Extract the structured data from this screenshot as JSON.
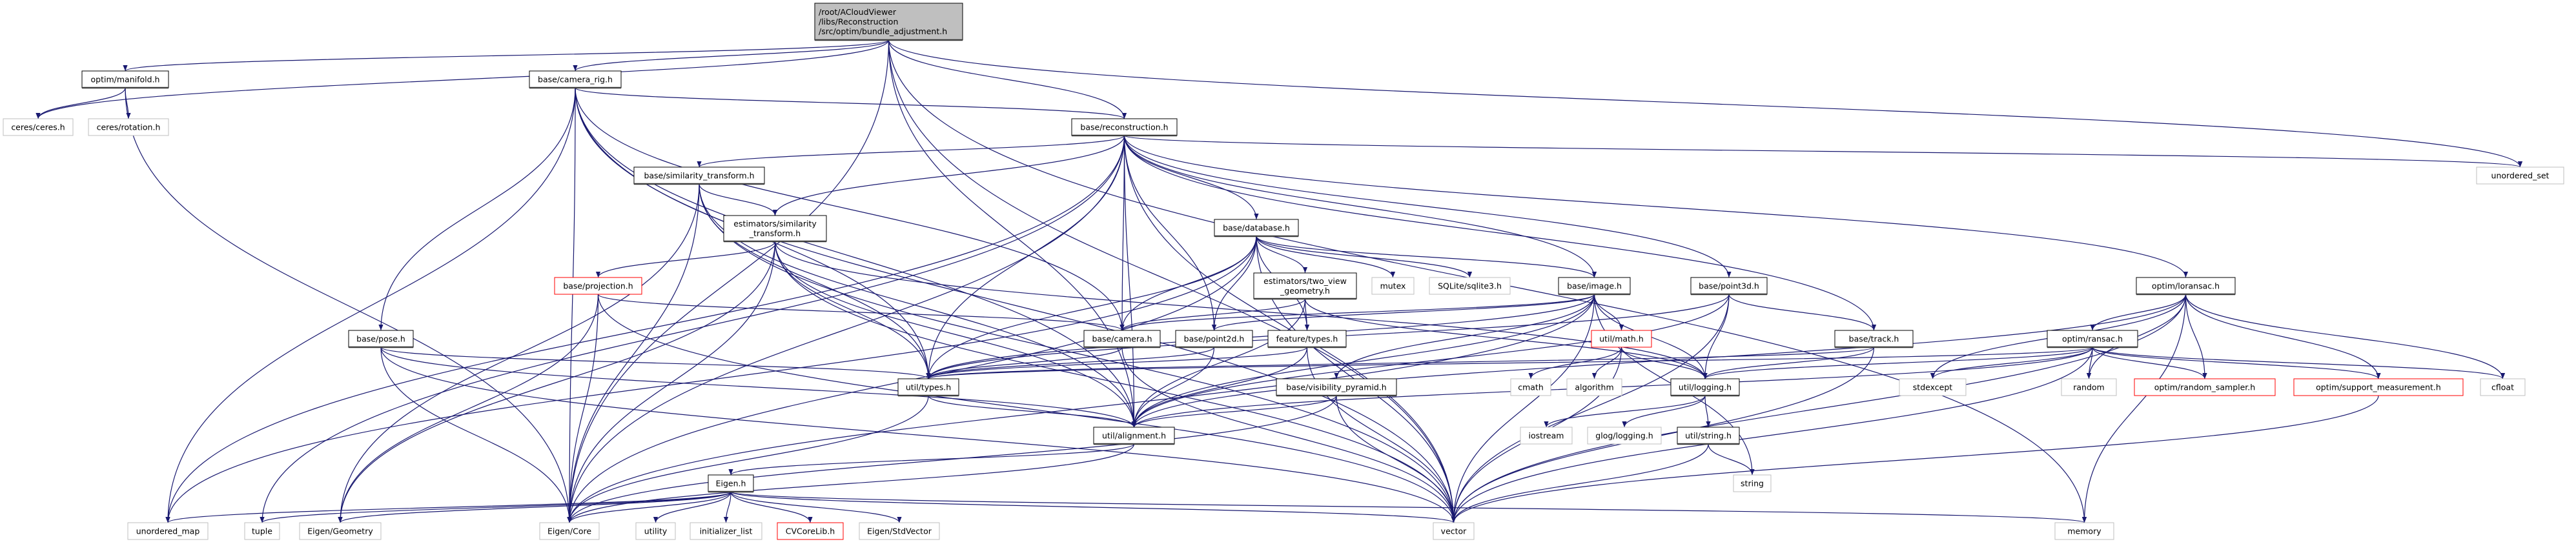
{
  "colors": {
    "edge": "#191970",
    "root_fill": "#bfbfbf",
    "node_border": "#000000",
    "external_border": "#bfbfbf",
    "truncated_border": "#ff0000"
  },
  "nodes": [
    {
      "id": "root",
      "lines": [
        "/root/ACloudViewer",
        "/libs/Reconstruction",
        "/src/optim/bundle_adjustment.h"
      ],
      "kind": "root"
    },
    {
      "id": "manifold",
      "lines": [
        "optim/manifold.h"
      ],
      "kind": "normal"
    },
    {
      "id": "camera_rig",
      "lines": [
        "base/camera_rig.h"
      ],
      "kind": "normal"
    },
    {
      "id": "ceres",
      "lines": [
        "ceres/ceres.h"
      ],
      "kind": "external"
    },
    {
      "id": "rotation",
      "lines": [
        "ceres/rotation.h"
      ],
      "kind": "external"
    },
    {
      "id": "reconstruction",
      "lines": [
        "base/reconstruction.h"
      ],
      "kind": "normal"
    },
    {
      "id": "unordered_set",
      "lines": [
        "unordered_set"
      ],
      "kind": "external"
    },
    {
      "id": "sim_transform",
      "lines": [
        "base/similarity_transform.h"
      ],
      "kind": "normal"
    },
    {
      "id": "est_sim",
      "lines": [
        "estimators/similarity",
        "_transform.h"
      ],
      "kind": "normal"
    },
    {
      "id": "database",
      "lines": [
        "base/database.h"
      ],
      "kind": "normal"
    },
    {
      "id": "projection",
      "lines": [
        "base/projection.h"
      ],
      "kind": "truncated"
    },
    {
      "id": "two_view",
      "lines": [
        "estimators/two_view",
        "_geometry.h"
      ],
      "kind": "normal"
    },
    {
      "id": "mutex",
      "lines": [
        "mutex"
      ],
      "kind": "external"
    },
    {
      "id": "sqlite",
      "lines": [
        "SQLite/sqlite3.h"
      ],
      "kind": "external"
    },
    {
      "id": "image",
      "lines": [
        "base/image.h"
      ],
      "kind": "normal"
    },
    {
      "id": "point3d",
      "lines": [
        "base/point3d.h"
      ],
      "kind": "normal"
    },
    {
      "id": "loransac",
      "lines": [
        "optim/loransac.h"
      ],
      "kind": "normal"
    },
    {
      "id": "pose",
      "lines": [
        "base/pose.h"
      ],
      "kind": "normal"
    },
    {
      "id": "camera",
      "lines": [
        "base/camera.h"
      ],
      "kind": "normal"
    },
    {
      "id": "point2d",
      "lines": [
        "base/point2d.h"
      ],
      "kind": "normal"
    },
    {
      "id": "feature_types",
      "lines": [
        "feature/types.h"
      ],
      "kind": "normal"
    },
    {
      "id": "math",
      "lines": [
        "util/math.h"
      ],
      "kind": "truncated"
    },
    {
      "id": "track",
      "lines": [
        "base/track.h"
      ],
      "kind": "normal"
    },
    {
      "id": "ransac",
      "lines": [
        "optim/ransac.h"
      ],
      "kind": "normal"
    },
    {
      "id": "types",
      "lines": [
        "util/types.h"
      ],
      "kind": "normal"
    },
    {
      "id": "vis_pyramid",
      "lines": [
        "base/visibility_pyramid.h"
      ],
      "kind": "normal"
    },
    {
      "id": "cmath",
      "lines": [
        "cmath"
      ],
      "kind": "external"
    },
    {
      "id": "algorithm",
      "lines": [
        "algorithm"
      ],
      "kind": "external"
    },
    {
      "id": "logging",
      "lines": [
        "util/logging.h"
      ],
      "kind": "normal"
    },
    {
      "id": "stdexcept",
      "lines": [
        "stdexcept"
      ],
      "kind": "external"
    },
    {
      "id": "random",
      "lines": [
        "random"
      ],
      "kind": "external"
    },
    {
      "id": "random_sampler",
      "lines": [
        "optim/random_sampler.h"
      ],
      "kind": "truncated"
    },
    {
      "id": "support_meas",
      "lines": [
        "optim/support_measurement.h"
      ],
      "kind": "truncated"
    },
    {
      "id": "cfloat",
      "lines": [
        "cfloat"
      ],
      "kind": "external"
    },
    {
      "id": "alignment",
      "lines": [
        "util/alignment.h"
      ],
      "kind": "normal"
    },
    {
      "id": "iostream",
      "lines": [
        "iostream"
      ],
      "kind": "external"
    },
    {
      "id": "glog",
      "lines": [
        "glog/logging.h"
      ],
      "kind": "external"
    },
    {
      "id": "util_string",
      "lines": [
        "util/string.h"
      ],
      "kind": "normal"
    },
    {
      "id": "eigen_h",
      "lines": [
        "Eigen.h"
      ],
      "kind": "normal"
    },
    {
      "id": "string",
      "lines": [
        "string"
      ],
      "kind": "external"
    },
    {
      "id": "unordered_map",
      "lines": [
        "unordered_map"
      ],
      "kind": "external"
    },
    {
      "id": "tuple",
      "lines": [
        "tuple"
      ],
      "kind": "external"
    },
    {
      "id": "eigen_geometry",
      "lines": [
        "Eigen/Geometry"
      ],
      "kind": "external"
    },
    {
      "id": "eigen_core",
      "lines": [
        "Eigen/Core"
      ],
      "kind": "external"
    },
    {
      "id": "utility",
      "lines": [
        "utility"
      ],
      "kind": "external"
    },
    {
      "id": "initializer_list",
      "lines": [
        "initializer_list"
      ],
      "kind": "external"
    },
    {
      "id": "cvcorelib",
      "lines": [
        "CVCoreLib.h"
      ],
      "kind": "truncated"
    },
    {
      "id": "eigen_stdvector",
      "lines": [
        "Eigen/StdVector"
      ],
      "kind": "external"
    },
    {
      "id": "vector",
      "lines": [
        "vector"
      ],
      "kind": "external"
    },
    {
      "id": "memory",
      "lines": [
        "memory"
      ],
      "kind": "external"
    }
  ],
  "edges": [
    [
      "root",
      "ceres"
    ],
    [
      "root",
      "manifold"
    ],
    [
      "root",
      "camera_rig"
    ],
    [
      "root",
      "reconstruction"
    ],
    [
      "root",
      "eigen_core"
    ],
    [
      "root",
      "unordered_set"
    ],
    [
      "root",
      "memory"
    ],
    [
      "root",
      "vector"
    ],
    [
      "root",
      "alignment"
    ],
    [
      "manifold",
      "ceres"
    ],
    [
      "manifold",
      "rotation"
    ],
    [
      "manifold",
      "eigen_core"
    ],
    [
      "camera_rig",
      "reconstruction"
    ],
    [
      "camera_rig",
      "unordered_map"
    ],
    [
      "camera_rig",
      "camera"
    ],
    [
      "camera_rig",
      "types"
    ],
    [
      "camera_rig",
      "alignment"
    ],
    [
      "camera_rig",
      "vector"
    ],
    [
      "camera_rig",
      "eigen_core"
    ],
    [
      "camera_rig",
      "pose"
    ],
    [
      "reconstruction",
      "sim_transform"
    ],
    [
      "reconstruction",
      "est_sim"
    ],
    [
      "reconstruction",
      "database"
    ],
    [
      "reconstruction",
      "camera"
    ],
    [
      "reconstruction",
      "point2d"
    ],
    [
      "reconstruction",
      "image"
    ],
    [
      "reconstruction",
      "point3d"
    ],
    [
      "reconstruction",
      "track"
    ],
    [
      "reconstruction",
      "loransac"
    ],
    [
      "reconstruction",
      "types"
    ],
    [
      "reconstruction",
      "alignment"
    ],
    [
      "reconstruction",
      "unordered_set"
    ],
    [
      "reconstruction",
      "unordered_map"
    ],
    [
      "reconstruction",
      "tuple"
    ],
    [
      "reconstruction",
      "eigen_core"
    ],
    [
      "reconstruction",
      "vector"
    ],
    [
      "sim_transform",
      "est_sim"
    ],
    [
      "sim_transform",
      "eigen_core"
    ],
    [
      "sim_transform",
      "eigen_geometry"
    ],
    [
      "sim_transform",
      "types"
    ],
    [
      "sim_transform",
      "alignment"
    ],
    [
      "sim_transform",
      "vector"
    ],
    [
      "est_sim",
      "projection"
    ],
    [
      "est_sim",
      "eigen_core"
    ],
    [
      "est_sim",
      "eigen_geometry"
    ],
    [
      "est_sim",
      "types"
    ],
    [
      "est_sim",
      "alignment"
    ],
    [
      "est_sim",
      "vector"
    ],
    [
      "est_sim",
      "logging"
    ],
    [
      "projection",
      "eigen_core"
    ],
    [
      "projection",
      "eigen_geometry"
    ],
    [
      "projection",
      "camera"
    ],
    [
      "projection",
      "vector"
    ],
    [
      "database",
      "two_view"
    ],
    [
      "database",
      "mutex"
    ],
    [
      "database",
      "sqlite"
    ],
    [
      "database",
      "image"
    ],
    [
      "database",
      "camera"
    ],
    [
      "database",
      "point2d"
    ],
    [
      "database",
      "feature_types"
    ],
    [
      "database",
      "types"
    ],
    [
      "database",
      "vector"
    ],
    [
      "database",
      "unordered_map"
    ],
    [
      "database",
      "eigen_core"
    ],
    [
      "two_view",
      "camera"
    ],
    [
      "two_view",
      "feature_types"
    ],
    [
      "two_view",
      "alignment"
    ],
    [
      "two_view",
      "logging"
    ],
    [
      "image",
      "camera"
    ],
    [
      "image",
      "point2d"
    ],
    [
      "image",
      "types"
    ],
    [
      "image",
      "math"
    ],
    [
      "image",
      "logging"
    ],
    [
      "image",
      "vis_pyramid"
    ],
    [
      "image",
      "alignment"
    ],
    [
      "image",
      "vector"
    ],
    [
      "image",
      "string"
    ],
    [
      "image",
      "eigen_core"
    ],
    [
      "point3d",
      "track"
    ],
    [
      "point3d",
      "logging"
    ],
    [
      "point3d",
      "types"
    ],
    [
      "point3d",
      "alignment"
    ],
    [
      "point3d",
      "vector"
    ],
    [
      "pose",
      "types"
    ],
    [
      "pose",
      "alignment"
    ],
    [
      "pose",
      "eigen_core"
    ],
    [
      "pose",
      "vector"
    ],
    [
      "camera",
      "types"
    ],
    [
      "camera",
      "vector"
    ],
    [
      "point2d",
      "types"
    ],
    [
      "point2d",
      "alignment"
    ],
    [
      "feature_types",
      "types"
    ],
    [
      "feature_types",
      "alignment"
    ],
    [
      "feature_types",
      "vector"
    ],
    [
      "math",
      "cmath"
    ],
    [
      "math",
      "algorithm"
    ],
    [
      "math",
      "logging"
    ],
    [
      "math",
      "vector"
    ],
    [
      "vis_pyramid",
      "alignment"
    ],
    [
      "vis_pyramid",
      "vector"
    ],
    [
      "vis_pyramid",
      "eigen_core"
    ],
    [
      "types",
      "alignment"
    ],
    [
      "types",
      "eigen_core"
    ],
    [
      "alignment",
      "eigen_h"
    ],
    [
      "alignment",
      "eigen_core"
    ],
    [
      "logging",
      "iostream"
    ],
    [
      "logging",
      "glog"
    ],
    [
      "logging",
      "util_string"
    ],
    [
      "util_string",
      "string"
    ],
    [
      "util_string",
      "vector"
    ],
    [
      "track",
      "types"
    ],
    [
      "track",
      "logging"
    ],
    [
      "track",
      "vector"
    ],
    [
      "loransac",
      "ransac"
    ],
    [
      "loransac",
      "stdexcept"
    ],
    [
      "loransac",
      "random"
    ],
    [
      "loransac",
      "random_sampler"
    ],
    [
      "loransac",
      "support_meas"
    ],
    [
      "loransac",
      "cfloat"
    ],
    [
      "loransac",
      "vector"
    ],
    [
      "loransac",
      "memory"
    ],
    [
      "loransac",
      "alignment"
    ],
    [
      "ransac",
      "logging"
    ],
    [
      "ransac",
      "stdexcept"
    ],
    [
      "ransac",
      "random"
    ],
    [
      "ransac",
      "random_sampler"
    ],
    [
      "ransac",
      "support_meas"
    ],
    [
      "ransac",
      "cfloat"
    ],
    [
      "ransac",
      "vector"
    ],
    [
      "ransac",
      "alignment"
    ],
    [
      "ransac",
      "types"
    ],
    [
      "support_meas",
      "vector"
    ],
    [
      "eigen_h",
      "unordered_map"
    ],
    [
      "eigen_h",
      "tuple"
    ],
    [
      "eigen_h",
      "eigen_geometry"
    ],
    [
      "eigen_h",
      "eigen_core"
    ],
    [
      "eigen_h",
      "utility"
    ],
    [
      "eigen_h",
      "initializer_list"
    ],
    [
      "eigen_h",
      "cvcorelib"
    ],
    [
      "eigen_h",
      "eigen_stdvector"
    ],
    [
      "eigen_h",
      "vector"
    ],
    [
      "eigen_h",
      "memory"
    ]
  ]
}
